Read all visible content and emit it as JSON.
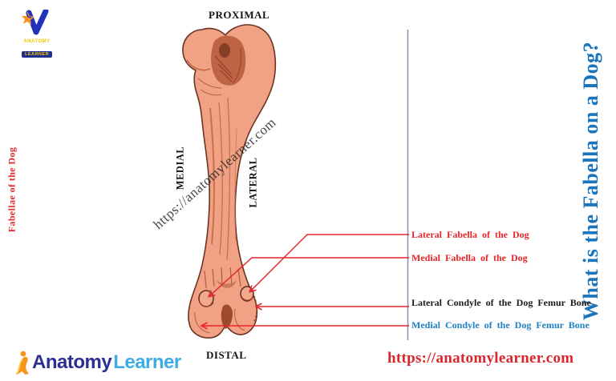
{
  "diagram": {
    "orientation": {
      "proximal": "PROXIMAL",
      "distal": "DISTAL",
      "medial": "MEDIAL",
      "lateral": "LATERAL"
    },
    "watermark": "https://anatomylearner.com",
    "left_title": "Fabellae of the Dog",
    "right_title": "What is the Fabella on a Dog?",
    "annotations": [
      {
        "label": "Lateral Fabella of the Dog",
        "color": "#e5252a"
      },
      {
        "label": "Medial Fabella of the Dog",
        "color": "#e5252a"
      },
      {
        "label": "Lateral Condyle of the Dog Femur Bone",
        "color": "#1a1a1a"
      },
      {
        "label": "Medial Condyle of the Dog Femur Bone",
        "color": "#2080c4"
      }
    ]
  },
  "branding": {
    "top_logo": {
      "line1": "ANATOMY",
      "line2": "LEARNER"
    },
    "footer_logo": {
      "part1": "Anatomy",
      "part2": "Learner",
      "color1": "#2a2f92",
      "color2": "#3fabe5"
    },
    "footer_url": "https://anatomylearner.com"
  },
  "colors": {
    "bone_fill": "#f1a284",
    "bone_shade": "#c06a48",
    "bone_outline": "#6b3322",
    "arrow": "#e5252a",
    "divider": "#7e8ea4",
    "title_blue": "#1b75bc"
  }
}
